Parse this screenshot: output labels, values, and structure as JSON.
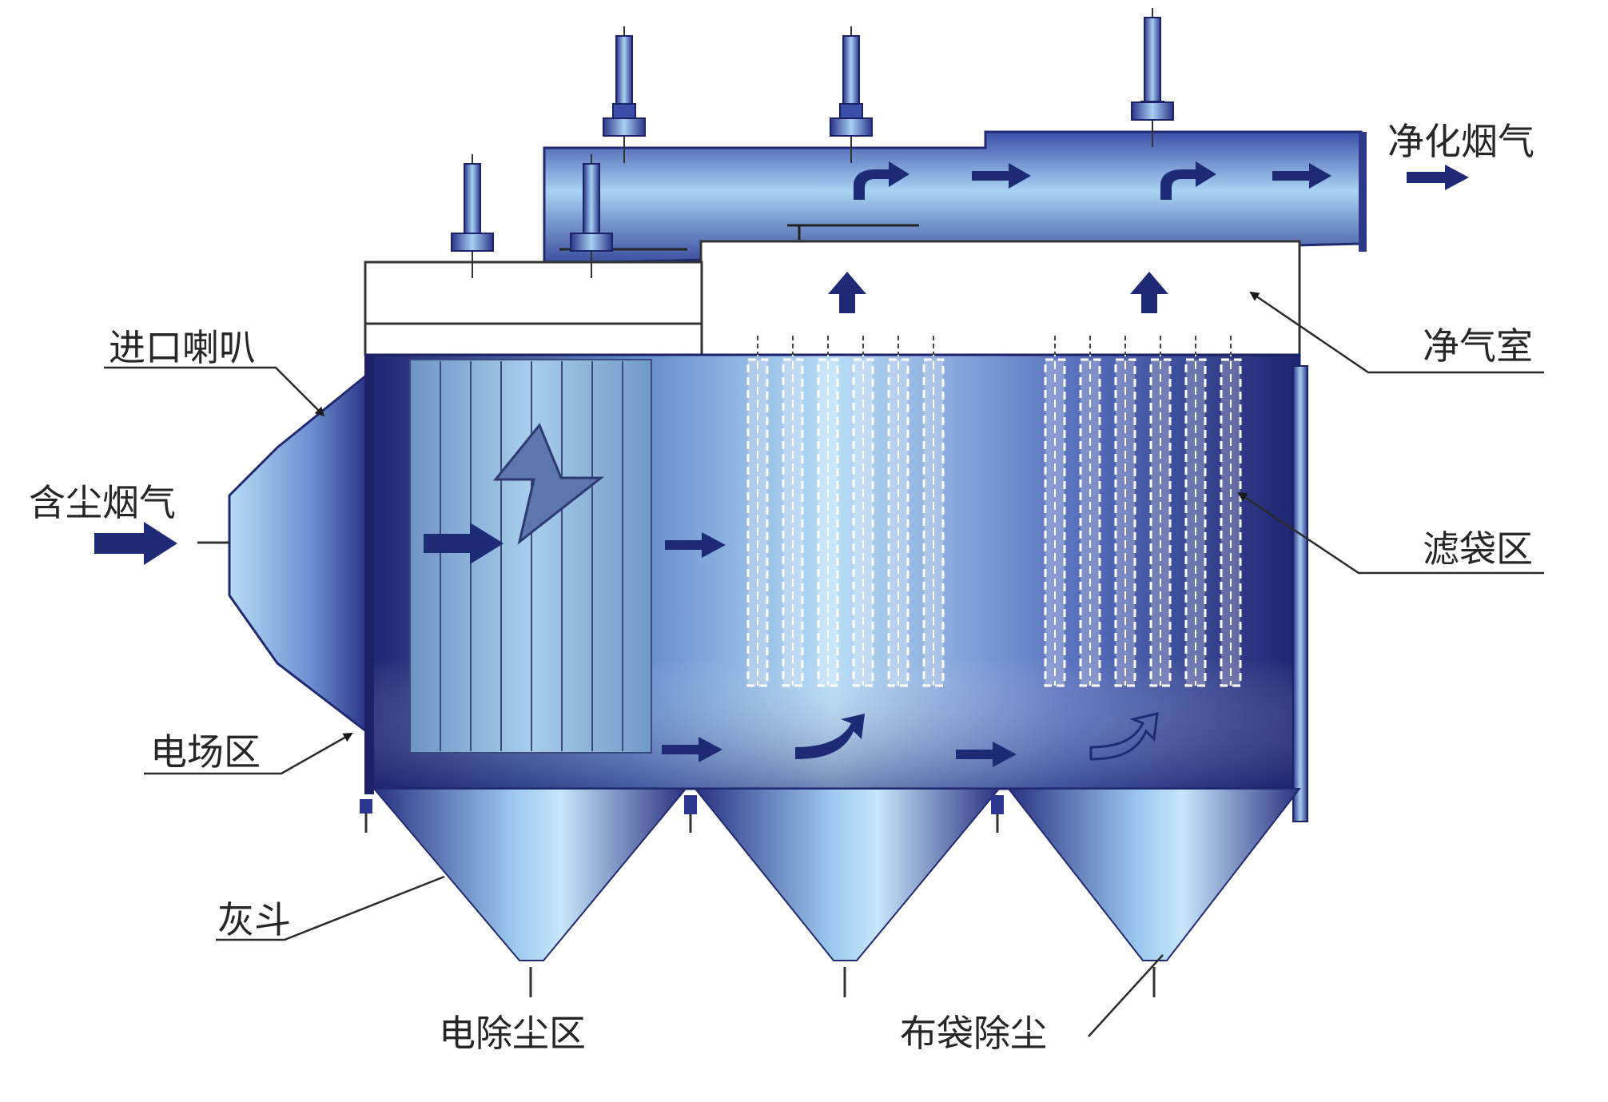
{
  "labels": {
    "inlet_horn": "进口喇叭",
    "dusty_gas": "含尘烟气",
    "field_zone": "电场区",
    "ash_hopper": "灰斗",
    "esp_zone": "电除尘区",
    "bag_dust": "布袋除尘",
    "clean_gas": "净化烟气",
    "clean_chamber": "净气室",
    "bag_zone": "滤袋区"
  },
  "colors": {
    "body_dark": "#242a7c",
    "body_light": "#b6dcf6",
    "arrow": "#1e2a74",
    "electrode": "#7fa6d0",
    "line": "#2b2b2b"
  },
  "icons": {
    "electric_field": "lightning-bolt-icon",
    "flow": "flow-arrow-icon"
  }
}
